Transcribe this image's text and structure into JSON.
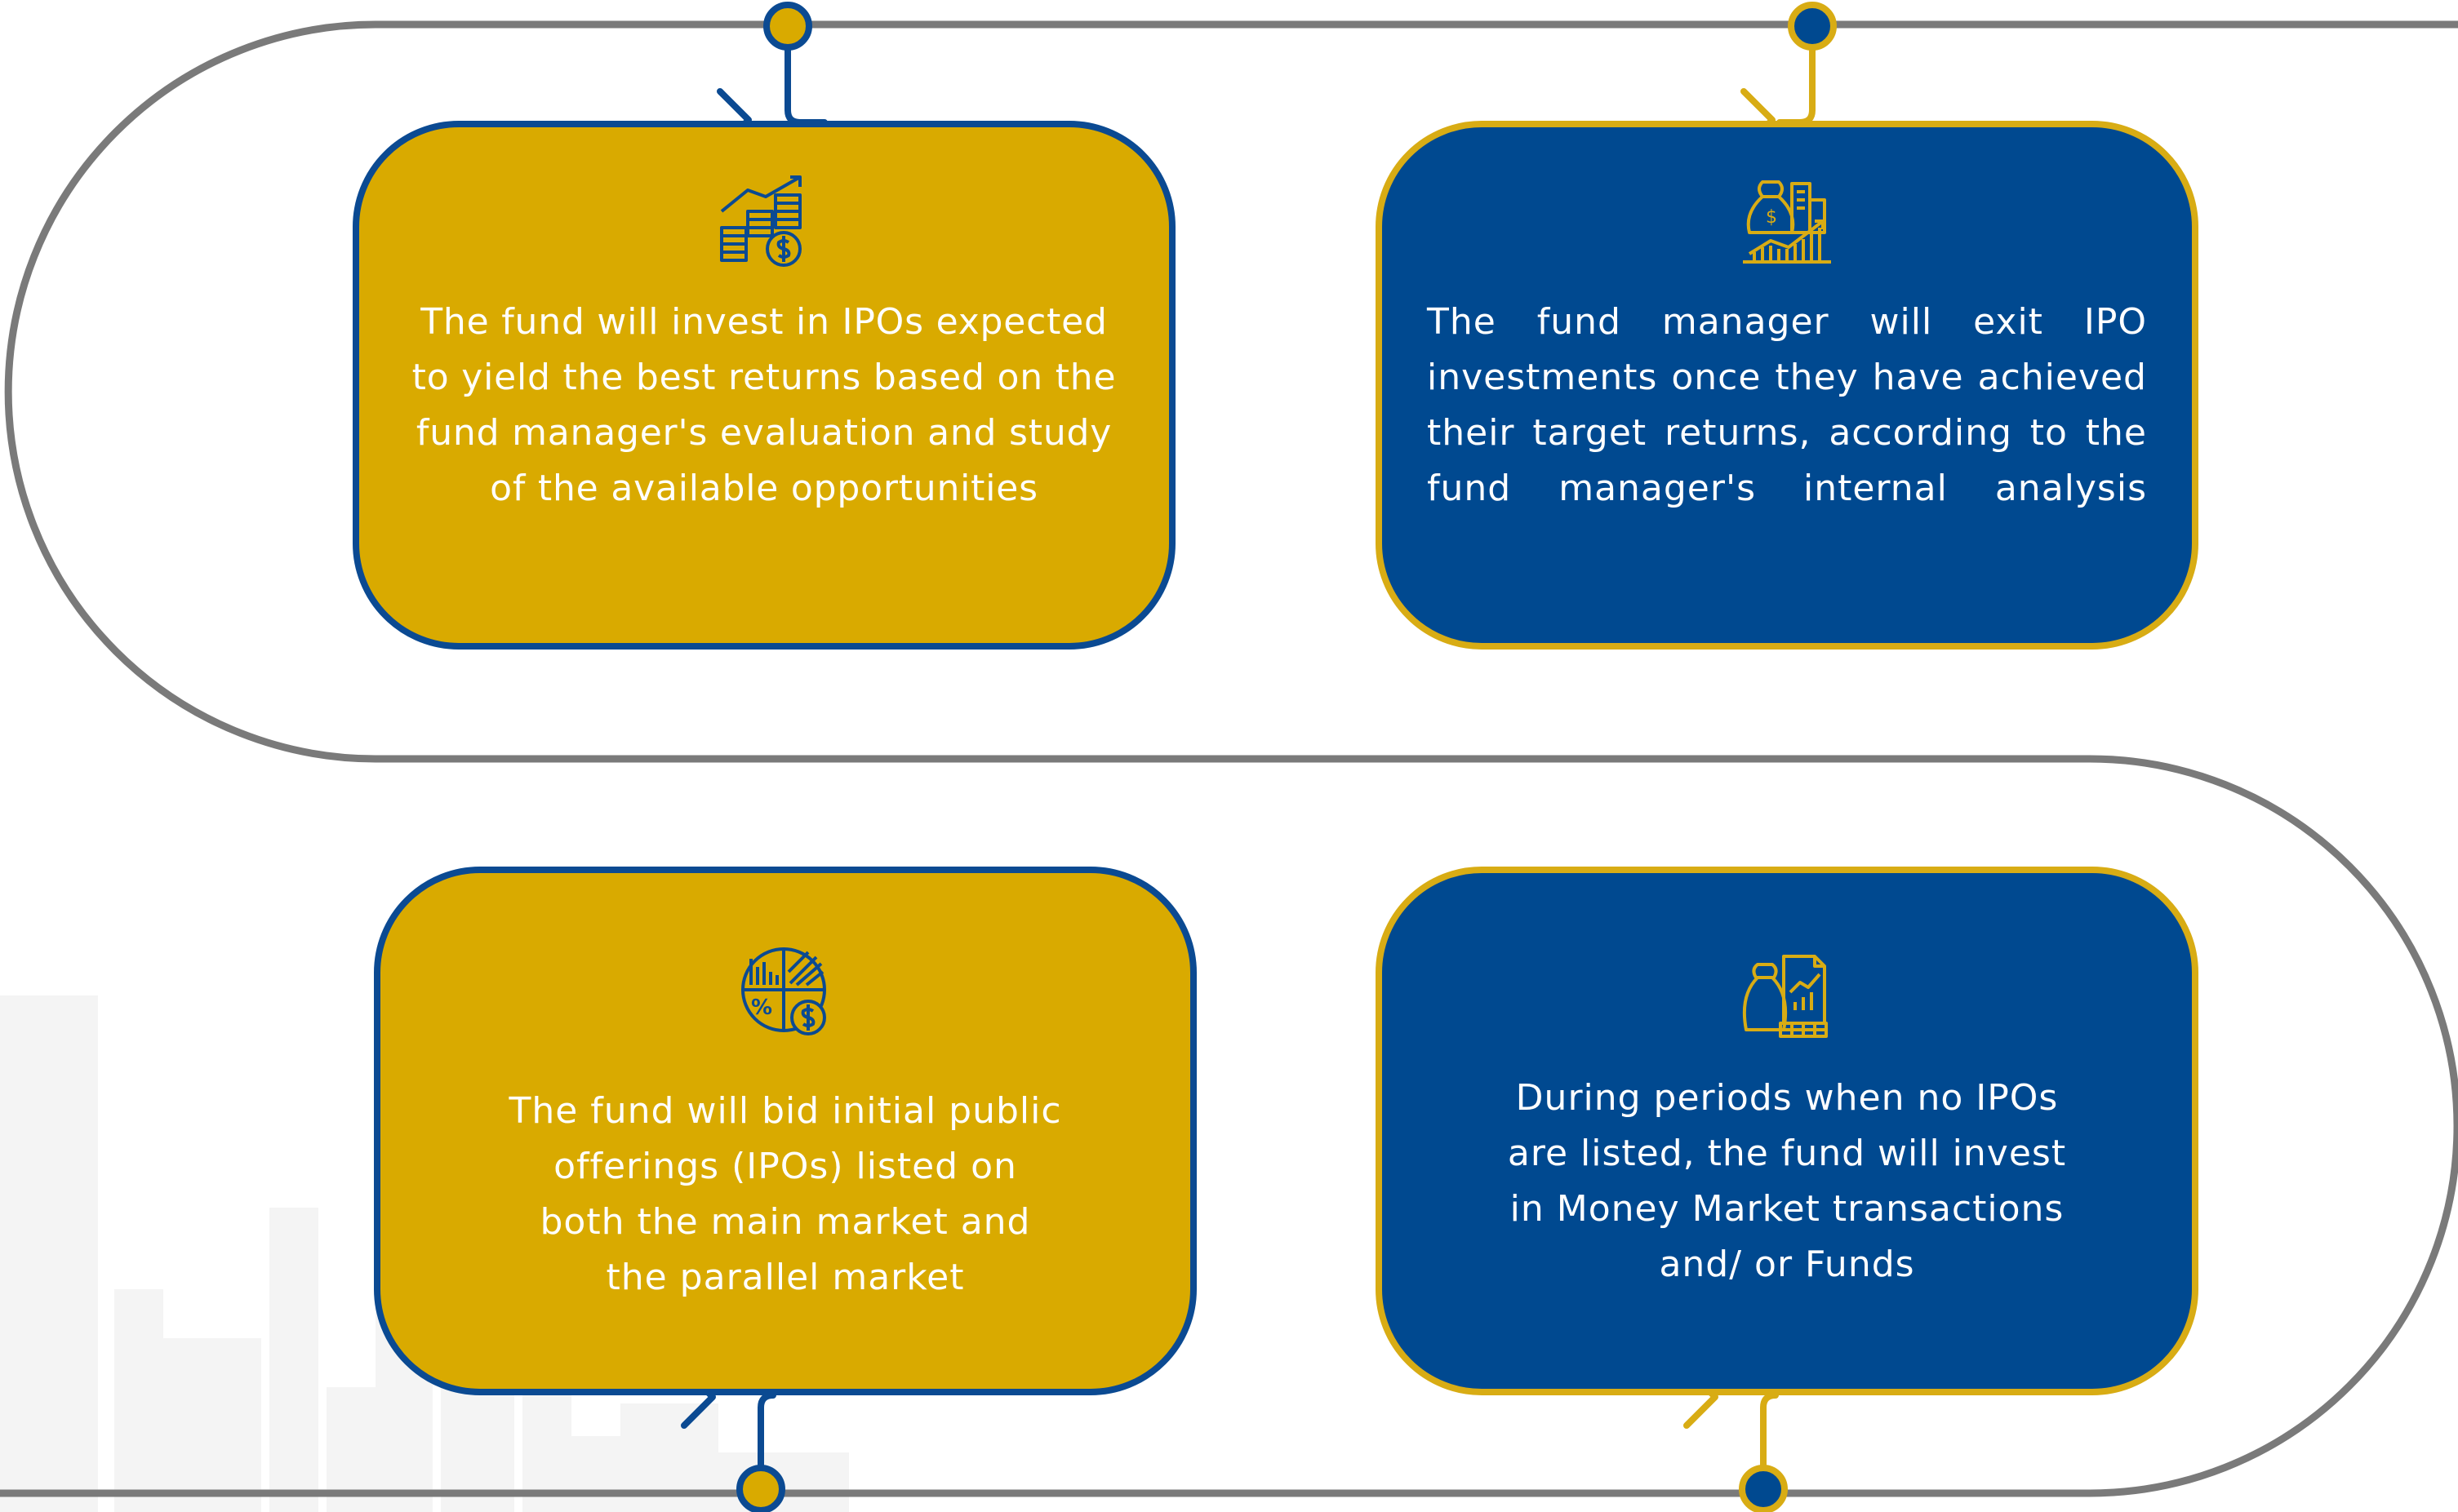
{
  "colors": {
    "gold": "#D9AA00",
    "blue": "#004990",
    "track": "#7A7A7A",
    "text": "#FFFFFF"
  },
  "steps": [
    {
      "icon": "stacked-coins-growth-icon",
      "style": "gold",
      "lines": [
        "The fund will invest in IPOs expected",
        "to yield the best returns based on the",
        "fund manager's evaluation and study",
        "of the available opportunities"
      ]
    },
    {
      "icon": "money-bag-city-chart-icon",
      "style": "blue",
      "lines": [
        "The fund manager will exit IPO",
        "investments once they have achieved",
        "their target returns, according to the",
        "fund manager's internal analysis"
      ]
    },
    {
      "icon": "pie-chart-percent-dollar-icon",
      "style": "gold",
      "lines": [
        "The fund will bid initial public",
        "offerings (IPOs) listed on",
        "both the main market and",
        "the parallel market"
      ]
    },
    {
      "icon": "money-bag-coins-report-icon",
      "style": "blue",
      "lines": [
        "During periods when no IPOs",
        "are listed, the fund will invest",
        "in Money Market transactions",
        "and/ or Funds"
      ]
    }
  ]
}
